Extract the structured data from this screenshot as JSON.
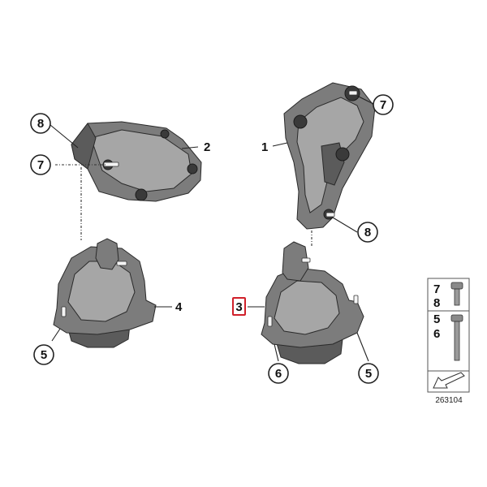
{
  "callouts": [
    {
      "id": "c8a",
      "label": "8"
    },
    {
      "id": "c7a",
      "label": "7"
    },
    {
      "id": "c5a",
      "label": "5"
    },
    {
      "id": "c7b",
      "label": "7"
    },
    {
      "id": "c8b",
      "label": "8"
    },
    {
      "id": "c6",
      "label": "6"
    },
    {
      "id": "c5b",
      "label": "5"
    }
  ],
  "plain_labels": {
    "part2": "2",
    "part1": "1",
    "part4": "4",
    "part3": "3"
  },
  "legend": {
    "row1_top": "7",
    "row1_bottom": "8",
    "row2_top": "5",
    "row2_bottom": "6"
  },
  "reference_number": "263104",
  "selected_part": "3",
  "colors": {
    "part_gray": "#7c7c7c",
    "selection_red": "#d0202a"
  }
}
